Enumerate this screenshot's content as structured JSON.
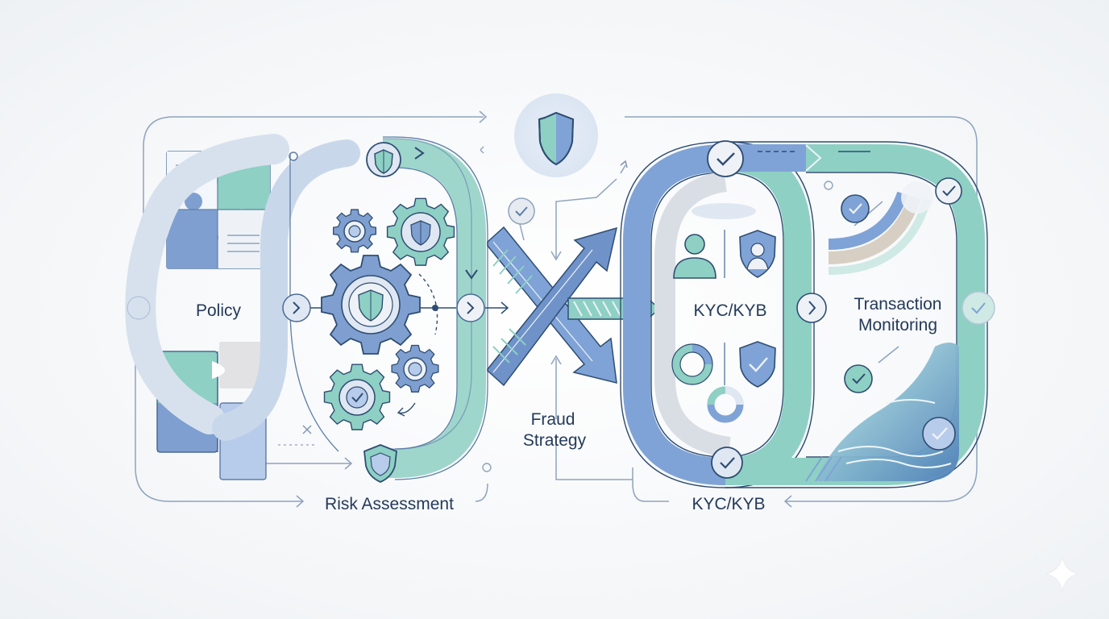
{
  "labels": {
    "policy": "Policy",
    "risk_assessment": "Risk Assessment",
    "fraud_strategy_line1": "Fraud",
    "fraud_strategy_line2": "Strategy",
    "kyc_center": "KYC/KYB",
    "kyc_bottom": "KYC/KYB",
    "transaction_line1": "Transaction",
    "transaction_line2": "Monitoring"
  },
  "icons": [
    "puzzle-icon",
    "document-icon",
    "gear-icon",
    "shield-icon",
    "check-icon",
    "user-icon",
    "user-shield-icon",
    "arrow-icon",
    "sparkle-icon"
  ],
  "colors": {
    "teal": "#8fd0c6",
    "teal_light": "#bfe6e0",
    "blue": "#7fa3d6",
    "blue_light": "#b7cbea",
    "navy": "#2f4d73",
    "outline": "#3d5a80",
    "gray_path": "#d9dee5",
    "beige": "#d8cfc4"
  }
}
